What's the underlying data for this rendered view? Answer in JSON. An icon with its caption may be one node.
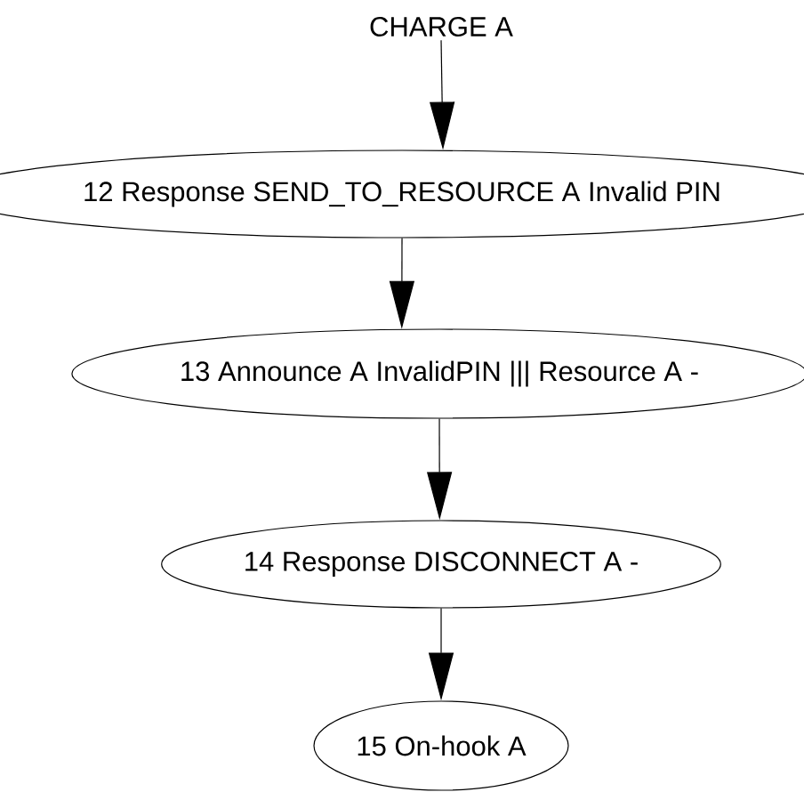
{
  "diagram": {
    "nodes": [
      {
        "text": [
          "CHARGE A"
        ]
      },
      {
        "text": [
          "12 Response SEND_TO_RESOURCE A Invalid PIN"
        ]
      },
      {
        "text": [
          "13 Announce A InvalidPIN ||| Resource A -"
        ]
      },
      {
        "text": [
          "14 Response DISCONNECT A -"
        ]
      },
      {
        "text": [
          "15 On-hook A"
        ]
      }
    ],
    "edges": [
      {
        "from": 0,
        "to": 1,
        "arrow": "to"
      },
      {
        "from": 1,
        "to": 2,
        "arrow": "to"
      },
      {
        "from": 2,
        "to": 3,
        "arrow": "to"
      },
      {
        "from": 3,
        "to": 4,
        "arrow": "to"
      }
    ]
  }
}
